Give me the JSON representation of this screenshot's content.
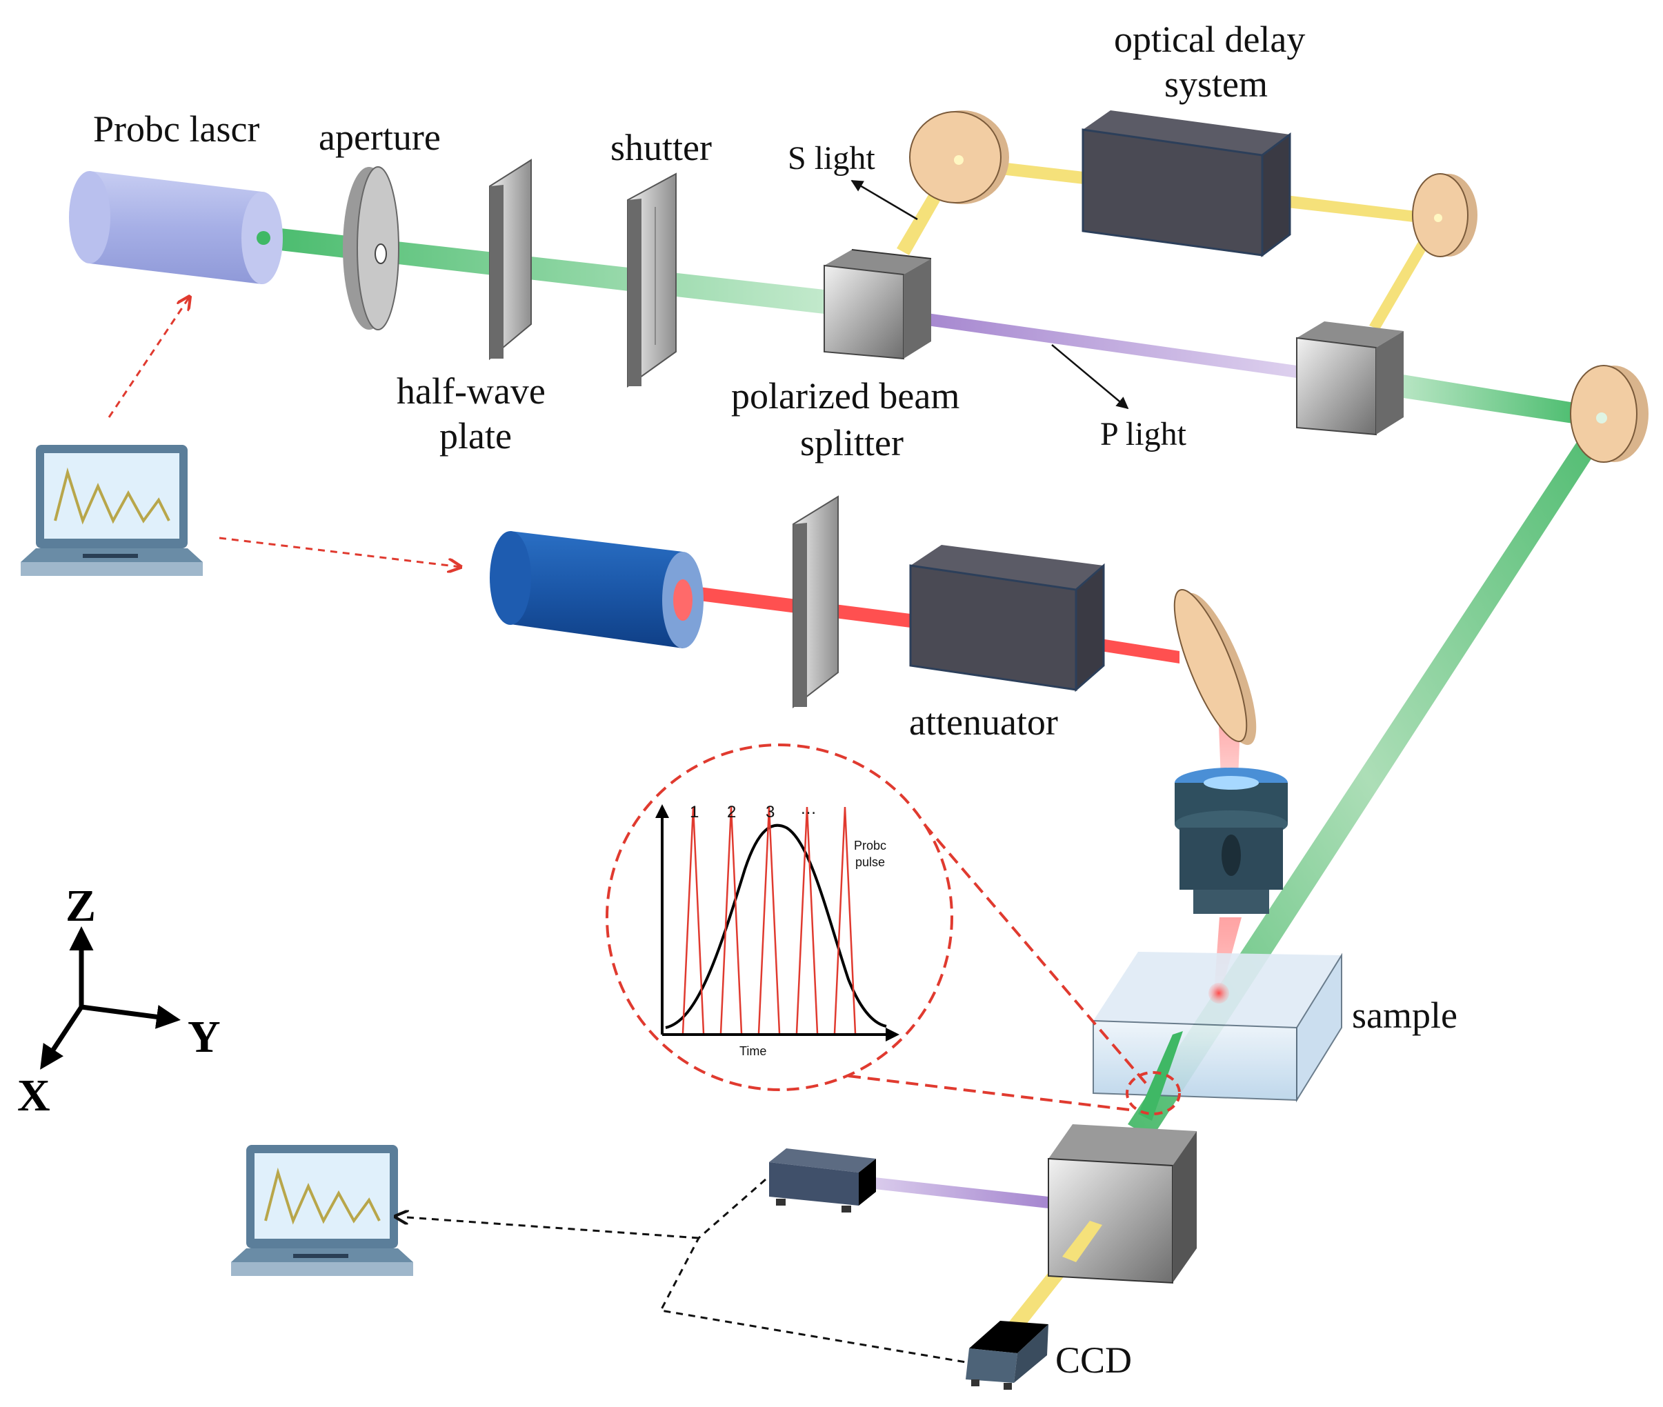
{
  "labels": {
    "probe_laser": "Probc lascr",
    "aperture": "aperture",
    "half_wave_plate_line1": "half-wave",
    "half_wave_plate_line2": "plate",
    "shutter": "shutter",
    "s_light": "S light",
    "optical_delay_line1": "optical delay",
    "optical_delay_line2": "system",
    "pbs_line1": "polarized beam",
    "pbs_line2": "splitter",
    "p_light": "P light",
    "attenuator": "attenuator",
    "sample": "sample",
    "ccd": "CCD"
  },
  "axes": {
    "z": "Z",
    "y": "Y",
    "x": "X"
  },
  "inset": {
    "pulse_numbers": [
      "1",
      "2",
      "3",
      "…"
    ],
    "probe_pulse_line1": "Probc",
    "probe_pulse_line2": "pulse",
    "time_label": "Time"
  },
  "colors": {
    "probe_beam": "#4cbb6c",
    "pump_beam": "#ff4a4a",
    "s_beam": "#f5e17a",
    "p_beam": "#b79bd6",
    "dashed_red": "#e03a2f",
    "box_dark": "#4a4a54",
    "mirror": "#f2cda3"
  },
  "icons": [
    "laptop-icon",
    "laptop-icon",
    "coordinate-axes-icon"
  ]
}
